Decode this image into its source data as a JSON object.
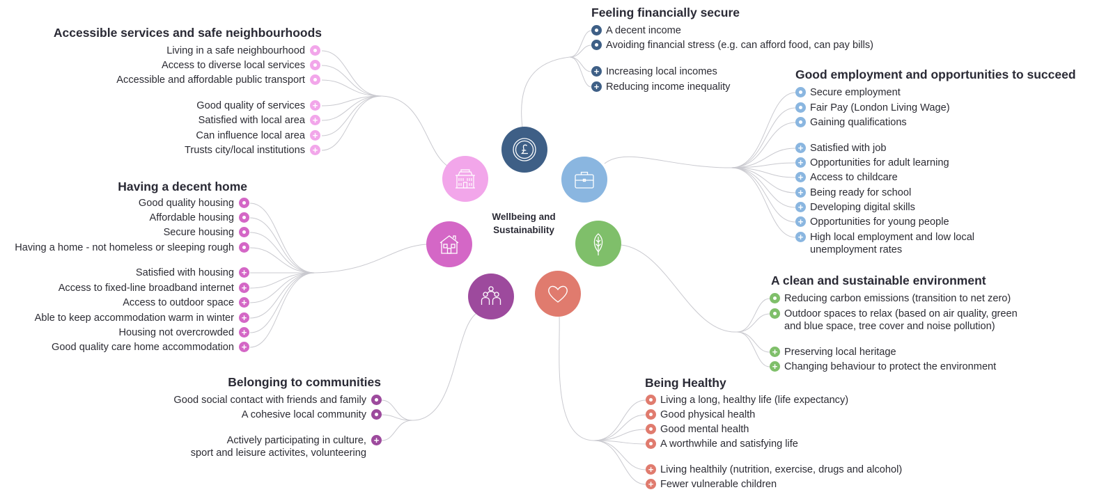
{
  "center": {
    "line1": "Wellbeing and",
    "line2": "Sustainability"
  },
  "colors": {
    "financial": "#3e5f86",
    "employment": "#8ab6e0",
    "environment": "#7fbf6a",
    "health": "#e07b6e",
    "communities": "#9d4a9d",
    "home": "#d467c6",
    "services": "#f2a6ea",
    "connector": "#c9c9cf"
  },
  "hubs": {
    "financial": {
      "icon": "pound-coin-icon"
    },
    "employment": {
      "icon": "briefcase-icon"
    },
    "environment": {
      "icon": "leaf-icon"
    },
    "health": {
      "icon": "heart-icon"
    },
    "communities": {
      "icon": "people-group-icon"
    },
    "home": {
      "icon": "house-icon"
    },
    "services": {
      "icon": "civic-building-icon"
    }
  },
  "groups": {
    "financial": {
      "title": "Feeling financially secure",
      "items": [
        {
          "text": "A decent income",
          "marker": "dot"
        },
        {
          "text": "Avoiding financial stress (e.g. can afford food, can pay bills)",
          "marker": "dot"
        },
        {
          "text": "Increasing local incomes",
          "marker": "plus"
        },
        {
          "text": "Reducing income inequality",
          "marker": "plus"
        }
      ]
    },
    "employment": {
      "title": "Good employment and opportunities to succeed",
      "items": [
        {
          "text": "Secure employment",
          "marker": "dot"
        },
        {
          "text": "Fair Pay (London Living Wage)",
          "marker": "dot"
        },
        {
          "text": "Gaining qualifications",
          "marker": "dot"
        },
        {
          "text": "Satisfied with job",
          "marker": "plus"
        },
        {
          "text": "Opportunities for adult learning",
          "marker": "plus"
        },
        {
          "text": "Access to childcare",
          "marker": "plus"
        },
        {
          "text": "Being ready for school",
          "marker": "plus"
        },
        {
          "text": "Developing digital skills",
          "marker": "plus"
        },
        {
          "text": "Opportunities for young people",
          "marker": "plus"
        },
        {
          "text": "High local employment and low local",
          "text2": "unemployment rates",
          "marker": "plus"
        }
      ]
    },
    "environment": {
      "title": "A clean and sustainable environment",
      "items": [
        {
          "text": "Reducing carbon emissions (transition to net zero)",
          "marker": "dot"
        },
        {
          "text": "Outdoor spaces to relax (based on air quality, green",
          "text2": "and blue space, tree cover and noise pollution)",
          "marker": "dot"
        },
        {
          "text": "Preserving local heritage",
          "marker": "plus"
        },
        {
          "text": "Changing behaviour to protect the environment",
          "marker": "plus"
        }
      ]
    },
    "health": {
      "title": "Being Healthy",
      "items": [
        {
          "text": "Living a long, healthy life (life expectancy)",
          "marker": "dot"
        },
        {
          "text": "Good physical health",
          "marker": "dot"
        },
        {
          "text": "Good mental health",
          "marker": "dot"
        },
        {
          "text": "A worthwhile and satisfying life",
          "marker": "dot"
        },
        {
          "text": "Living healthily (nutrition, exercise, drugs and alcohol)",
          "marker": "plus"
        },
        {
          "text": "Fewer vulnerable children",
          "marker": "plus"
        }
      ]
    },
    "communities": {
      "title": "Belonging to communities",
      "items": [
        {
          "text": "Good social contact with friends and family",
          "marker": "dot"
        },
        {
          "text": "A cohesive local community",
          "marker": "dot"
        },
        {
          "text": "Actively participating in culture,",
          "text2": "sport and leisure activites, volunteering",
          "marker": "plus"
        }
      ]
    },
    "home": {
      "title": "Having a decent home",
      "items": [
        {
          "text": "Good quality housing",
          "marker": "dot"
        },
        {
          "text": "Affordable housing",
          "marker": "dot"
        },
        {
          "text": "Secure housing",
          "marker": "dot"
        },
        {
          "text": "Having a home - not homeless or sleeping rough",
          "marker": "dot"
        },
        {
          "text": "Satisfied with housing",
          "marker": "plus"
        },
        {
          "text": "Access to fixed-line broadband internet",
          "marker": "plus"
        },
        {
          "text": "Access to outdoor space",
          "marker": "plus"
        },
        {
          "text": "Able to keep accommodation warm in winter",
          "marker": "plus"
        },
        {
          "text": "Housing not overcrowded",
          "marker": "plus"
        },
        {
          "text": "Good quality care home accommodation",
          "marker": "plus"
        }
      ]
    },
    "services": {
      "title": "Accessible services and safe neighbourhoods",
      "items": [
        {
          "text": "Living in a safe neighbourhood",
          "marker": "dot"
        },
        {
          "text": "Access to diverse local services",
          "marker": "dot"
        },
        {
          "text": "Accessible and affordable public transport",
          "marker": "dot"
        },
        {
          "text": "Good quality of services",
          "marker": "plus"
        },
        {
          "text": "Satisfied with local area",
          "marker": "plus"
        },
        {
          "text": "Can influence local area",
          "marker": "plus"
        },
        {
          "text": "Trusts city/local institutions",
          "marker": "plus"
        }
      ]
    }
  }
}
